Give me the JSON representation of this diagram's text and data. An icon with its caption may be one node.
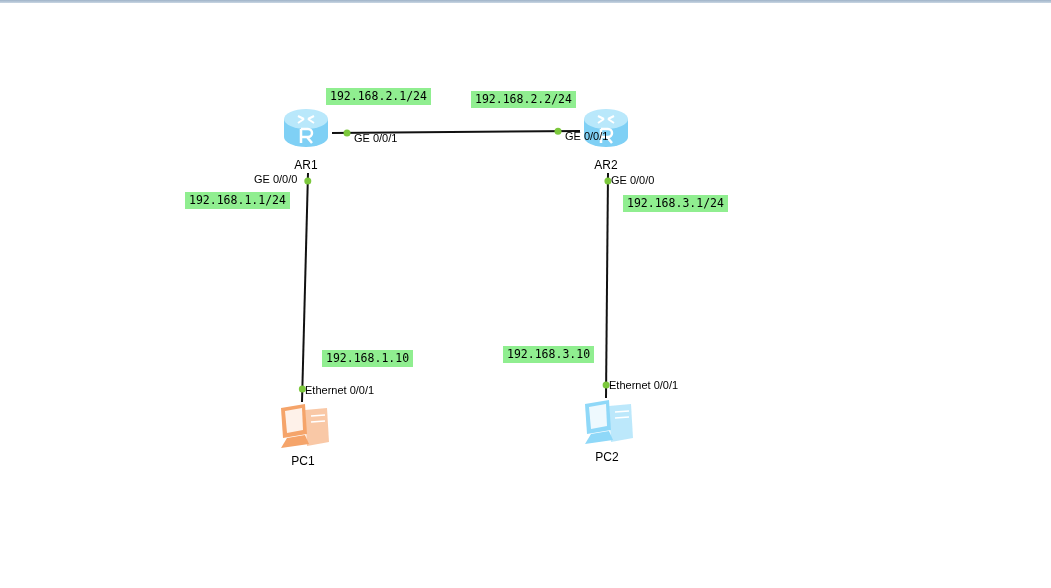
{
  "diagram": {
    "nodes": [
      {
        "text": [
          "AR1"
        ]
      },
      {
        "text": [
          "AR2"
        ]
      },
      {
        "text": [
          "PC1"
        ]
      },
      {
        "text": [
          "PC2"
        ]
      }
    ],
    "edges": [
      {
        "from": 0,
        "to": 1,
        "arrow": "none"
      },
      {
        "from": 0,
        "to": 2,
        "arrow": "none"
      },
      {
        "from": 1,
        "to": 3,
        "arrow": "none"
      }
    ],
    "labels": [
      "192.168.2.1/24",
      "192.168.2.2/24",
      "GE 0/0/1",
      "GE 0/0/1",
      "GE 0/0/0",
      "GE 0/0/0",
      "192.168.1.1/24",
      "192.168.3.1/24",
      "192.168.3.10",
      "192.168.1.10",
      "Ethernet 0/0/1",
      "Ethernet 0/0/1"
    ]
  }
}
